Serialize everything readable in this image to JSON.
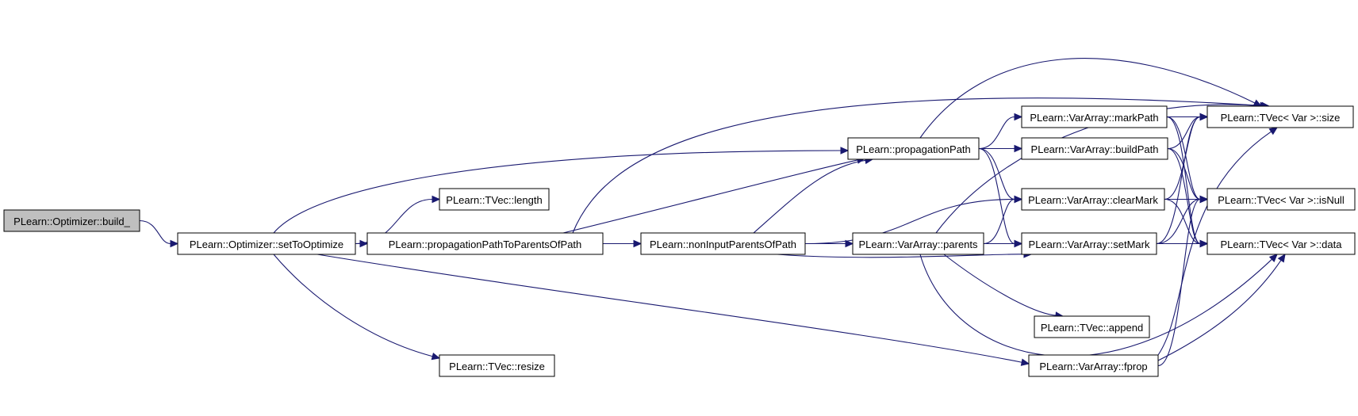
{
  "colors": {
    "edge": "#191970",
    "node_fill": "#ffffff",
    "root_fill": "#bfbfbf",
    "node_border": "#000000"
  },
  "nodes": [
    {
      "id": "build",
      "label": "PLearn::Optimizer::build_",
      "root": true
    },
    {
      "id": "setToOptimize",
      "label": "PLearn::Optimizer::setToOptimize"
    },
    {
      "id": "length",
      "label": "PLearn::TVec::length"
    },
    {
      "id": "resize",
      "label": "PLearn::TVec::resize"
    },
    {
      "id": "ppParents",
      "label": "PLearn::propagationPathToParentsOfPath"
    },
    {
      "id": "propagationPath",
      "label": "PLearn::propagationPath"
    },
    {
      "id": "nonInput",
      "label": "PLearn::nonInputParentsOfPath"
    },
    {
      "id": "markPath",
      "label": "PLearn::VarArray::markPath"
    },
    {
      "id": "buildPath",
      "label": "PLearn::VarArray::buildPath"
    },
    {
      "id": "clearMark",
      "label": "PLearn::VarArray::clearMark"
    },
    {
      "id": "parents",
      "label": "PLearn::VarArray::parents"
    },
    {
      "id": "setMark",
      "label": "PLearn::VarArray::setMark"
    },
    {
      "id": "append",
      "label": "PLearn::TVec::append"
    },
    {
      "id": "fprop",
      "label": "PLearn::VarArray::fprop"
    },
    {
      "id": "size",
      "label": "PLearn::TVec< Var >::size"
    },
    {
      "id": "isNull",
      "label": "PLearn::TVec< Var >::isNull"
    },
    {
      "id": "data",
      "label": "PLearn::TVec< Var >::data"
    }
  ],
  "edges": [
    [
      "build",
      "setToOptimize"
    ],
    [
      "setToOptimize",
      "length"
    ],
    [
      "setToOptimize",
      "resize"
    ],
    [
      "setToOptimize",
      "ppParents"
    ],
    [
      "setToOptimize",
      "propagationPath"
    ],
    [
      "setToOptimize",
      "fprop"
    ],
    [
      "ppParents",
      "size"
    ],
    [
      "ppParents",
      "propagationPath"
    ],
    [
      "ppParents",
      "nonInput"
    ],
    [
      "propagationPath",
      "size"
    ],
    [
      "propagationPath",
      "markPath"
    ],
    [
      "propagationPath",
      "buildPath"
    ],
    [
      "propagationPath",
      "clearMark"
    ],
    [
      "propagationPath",
      "setMark"
    ],
    [
      "nonInput",
      "propagationPath"
    ],
    [
      "nonInput",
      "parents"
    ],
    [
      "nonInput",
      "clearMark"
    ],
    [
      "nonInput",
      "setMark"
    ],
    [
      "markPath",
      "size"
    ],
    [
      "markPath",
      "isNull"
    ],
    [
      "markPath",
      "data"
    ],
    [
      "buildPath",
      "size"
    ],
    [
      "buildPath",
      "isNull"
    ],
    [
      "buildPath",
      "data"
    ],
    [
      "clearMark",
      "size"
    ],
    [
      "clearMark",
      "isNull"
    ],
    [
      "clearMark",
      "data"
    ],
    [
      "parents",
      "size"
    ],
    [
      "parents",
      "clearMark"
    ],
    [
      "parents",
      "setMark"
    ],
    [
      "parents",
      "append"
    ],
    [
      "parents",
      "data"
    ],
    [
      "setMark",
      "size"
    ],
    [
      "setMark",
      "isNull"
    ],
    [
      "setMark",
      "data"
    ],
    [
      "fprop",
      "size"
    ],
    [
      "fprop",
      "isNull"
    ],
    [
      "fprop",
      "data"
    ]
  ]
}
